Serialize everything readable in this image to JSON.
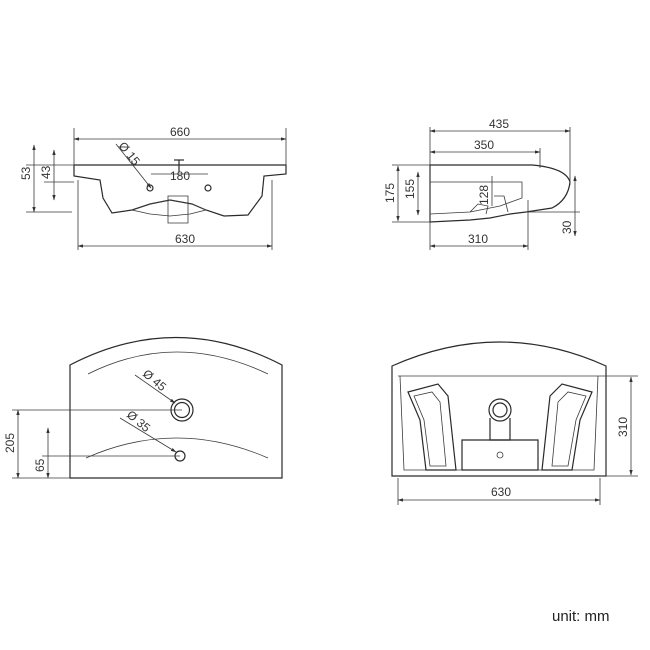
{
  "dimensions": {
    "top_view": {
      "width_total": "660",
      "width_inner": "630",
      "height_total": "53",
      "height_rim": "43",
      "tap_hole": "Ø 15",
      "tap_spacing": "180"
    },
    "side_view": {
      "depth_total": "435",
      "depth_bowl": "350",
      "height_total": "175",
      "height_bowl": "155",
      "drain": "128",
      "base": "310",
      "offset": "30"
    },
    "plan_view": {
      "hole_large": "Ø 45",
      "hole_small": "Ø 35",
      "offset_large": "205",
      "offset_small": "65"
    },
    "front_view": {
      "width": "630",
      "height": "310"
    }
  },
  "unit_label": "unit: mm"
}
